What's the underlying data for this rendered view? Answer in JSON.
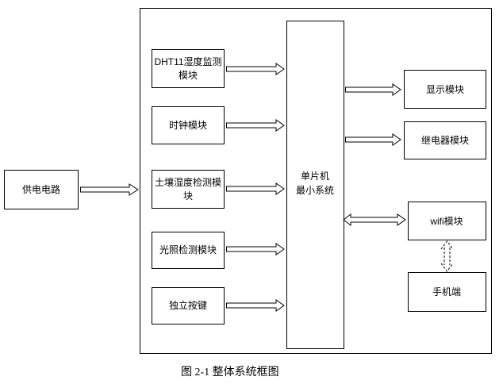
{
  "modules": {
    "dht11": {
      "line1": "DHT11湿度监测",
      "line2": "模块"
    },
    "clock": "时钟模块",
    "soil": {
      "line1": "土壤湿度检测模",
      "line2": "块"
    },
    "light": "光照检测模块",
    "key": "独立按键",
    "power": "供电电路",
    "mcu": {
      "line1": "单片机",
      "line2": "最小系统"
    },
    "display": "显示模块",
    "relay": "继电器模块",
    "wifi": "wifi模块",
    "phone": "手机端"
  },
  "caption": "图 2-1  整体系统框图"
}
